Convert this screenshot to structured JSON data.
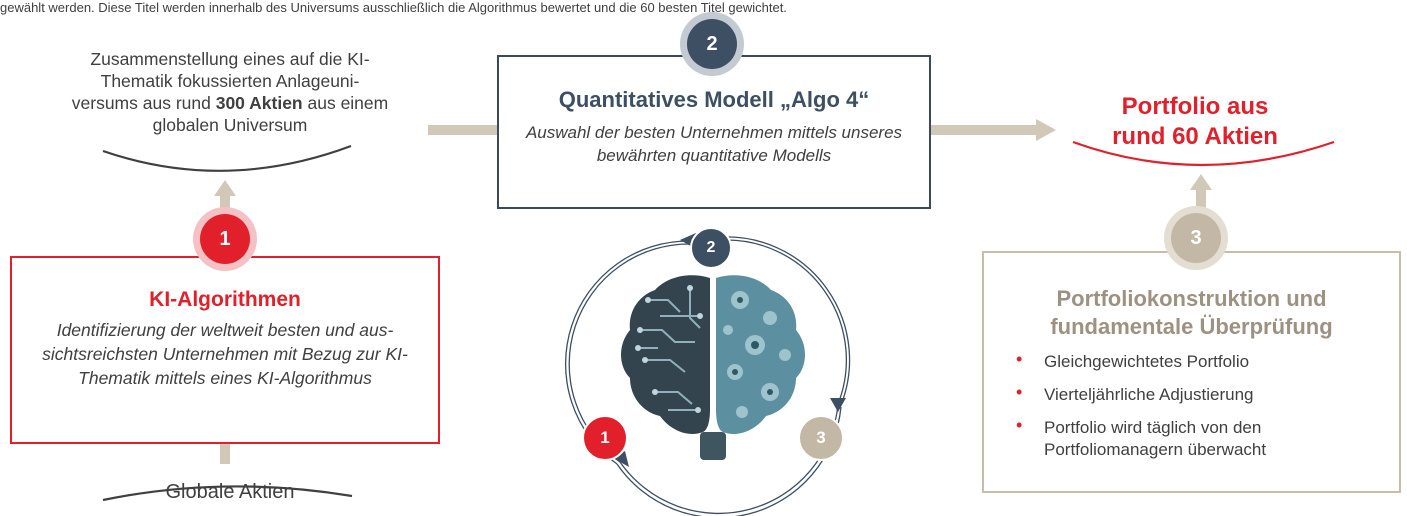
{
  "header": {
    "cut_text": "gewählt werden. Diese Titel werden innerhalb des Universums ausschließlich die Algorithmus bewertet und die 60 besten Titel gewichtet."
  },
  "universe": {
    "text_parts": [
      "Zusammenstellung eines auf die KI-",
      "Thematik fokussierten Anlageuni-",
      "versums aus rund ",
      "300 Aktien",
      " aus einem",
      "globalen Universum"
    ]
  },
  "bottom_label": "Globale Aktien",
  "step1": {
    "number": "1",
    "title": "KI-Algorithmen",
    "desc": "Identifizierung der weltweit besten und aus-sichtsreichsten Unternehmen mit Bezug zur KI-Thematik mittels eines KI-Algorithmus"
  },
  "step2": {
    "number": "2",
    "title": "Quantitatives Modell  „Algo 4“",
    "desc": "Auswahl der besten Unternehmen mittels unseres bewährten quantitative Modells"
  },
  "step3": {
    "number": "3",
    "title_line1": "Portfoliokonstruktion und",
    "title_line2": "fundamentale Überprüfung",
    "bullets": [
      "Gleichgewichtetes Portfolio",
      "Vierteljährliche Adjustierung",
      "Portfolio wird täglich von den Portfoliomanagern überwacht"
    ]
  },
  "portfolio": {
    "line1": "Portfolio aus",
    "line2": "rund 60 Aktien"
  },
  "cycle": {
    "n1": "1",
    "n2": "2",
    "n3": "3"
  },
  "colors": {
    "red": "#e2202b",
    "navy": "#3d4f63",
    "beige": "#c3b7a5",
    "arrow": "#d2c8b8"
  }
}
